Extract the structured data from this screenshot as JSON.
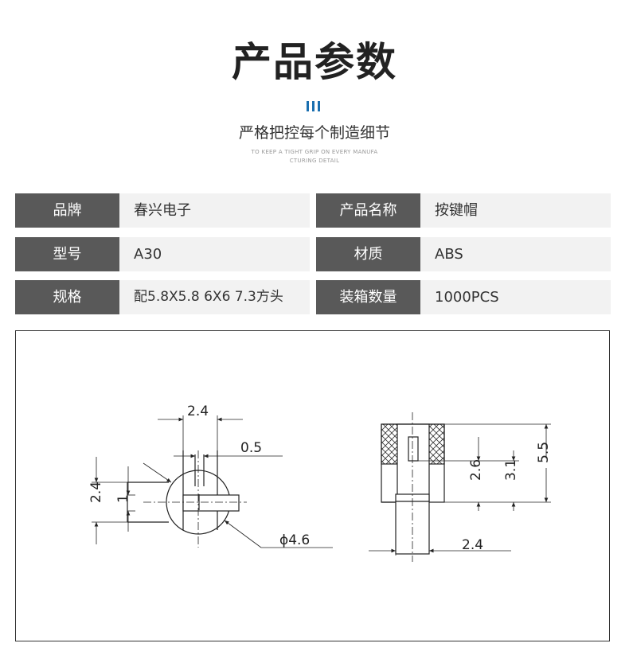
{
  "header": {
    "title": "产品参数",
    "subtitle": "严格把控每个制造细节",
    "english_line1": "TO KEEP A TIGHT GRIP ON EVERY MANUFA",
    "english_line2": "CTURING DETAIL",
    "accent_color": "#1a6fb0"
  },
  "specs": [
    {
      "label1": "品牌",
      "value1": "春兴电子",
      "label2": "产品名称",
      "value2": "按键帽"
    },
    {
      "label1": "型号",
      "value1": "A30",
      "label2": "材质",
      "value2": "ABS"
    },
    {
      "label1": "规格",
      "value1": "配5.8X5.8 6X6 7.3方头",
      "label2": "装箱数量",
      "value2": "1000PCS"
    }
  ],
  "drawing": {
    "dims": {
      "top_width": "2.4",
      "slot": "0.5",
      "left_height": "2.4",
      "inner_height": "1",
      "diameter": "ϕ4.6",
      "bottom_width": "2.4",
      "depth_inner": "2.6",
      "depth_outer": "3.1",
      "total_height": "5.5"
    }
  }
}
